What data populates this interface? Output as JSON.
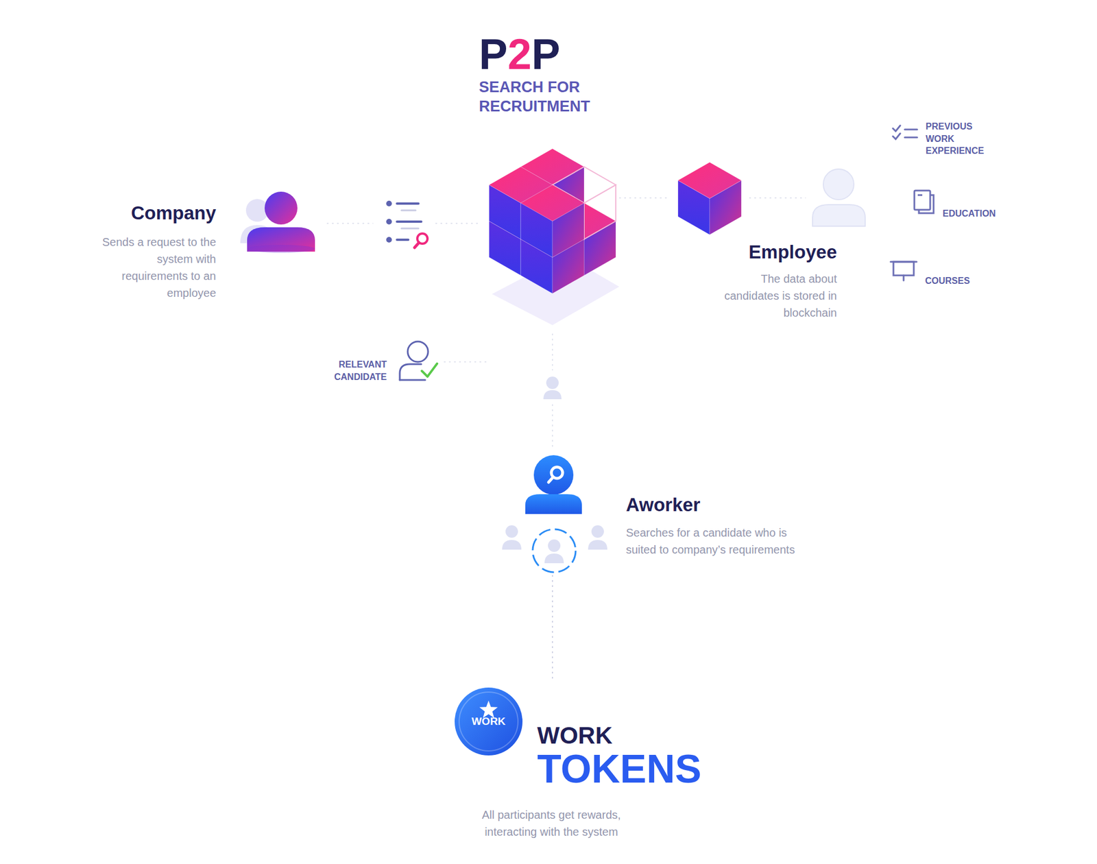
{
  "diagram": {
    "title": "P2P",
    "nodes": [
      {
        "text": [
          "Company",
          "Sends a request to the system with requirements to an employee"
        ]
      },
      {
        "text": [
          "Employee",
          "The data about candidates is stored in blockchain"
        ]
      },
      {
        "text": [
          "Aworker",
          "Searches for a candidate who is suited to company’s requirements"
        ]
      },
      {
        "text": [
          "WORK",
          "WORK",
          "TOKENS",
          "All participants get rewards, interacting with the system"
        ]
      }
    ],
    "edges": [
      {
        "from": 2,
        "to": 3,
        "arrow": "none"
      }
    ],
    "labels": [
      "SEARCH FOR RECRUITMENT",
      "PREVIOUS WORK EXPERIENCE",
      "EDUCATION",
      "COURSES",
      "RELEVANT CANDIDATE"
    ]
  }
}
